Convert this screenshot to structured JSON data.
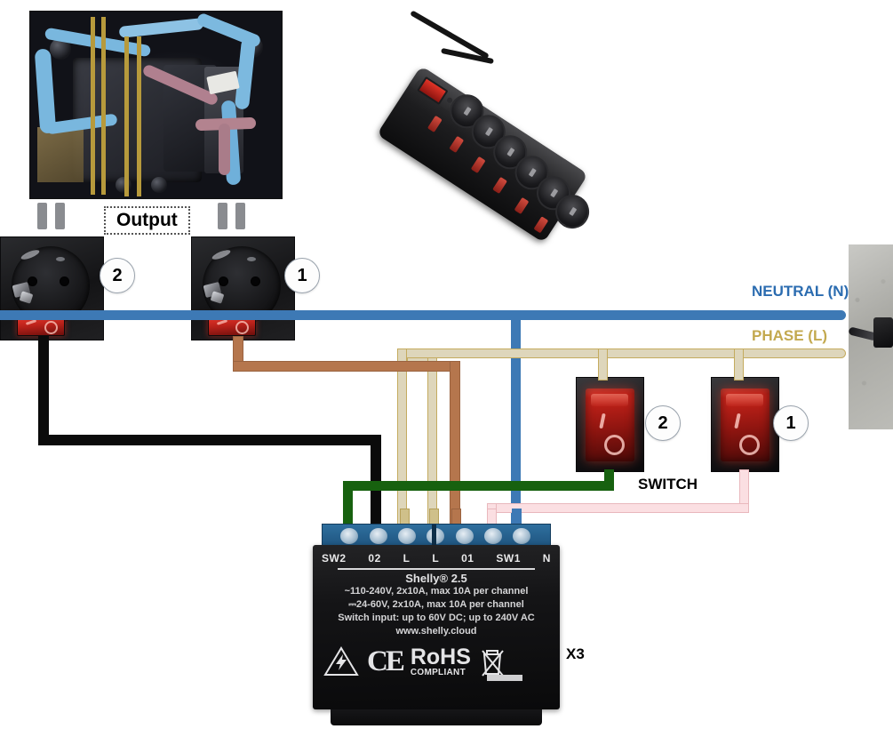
{
  "diagram": {
    "title": "Shelly 2.5 wiring diagram with two switched outlets",
    "labels": {
      "neutral": "NEUTRAL (N)",
      "phase": "PHASE  (L)",
      "switch": "SWITCH",
      "output": "Output",
      "x3": "X3"
    },
    "colors": {
      "neutral_wire": "#3d79b5",
      "phase_wire": "#ded6bb",
      "output1_wire": "#b5764d",
      "output2_wire": "#0b0b0b",
      "sw1_wire": "#fbdfe2",
      "sw2_wire": "#17610f",
      "neutral_label": "#2b6cb0",
      "phase_label": "#c3a94f",
      "terminal_block": "#2f6f9e",
      "device_body": "#141416",
      "rocker_red": "#c7231a"
    }
  },
  "badges": [
    {
      "id": "outlet-2",
      "value": "2"
    },
    {
      "id": "outlet-1",
      "value": "1"
    },
    {
      "id": "switch-2",
      "value": "2"
    },
    {
      "id": "switch-1",
      "value": "1"
    }
  ],
  "device": {
    "brand": "Shelly® 2.5",
    "spec_ac": "~110-240V, 2x10A, max 10A per channel",
    "spec_dc": "⎓24-60V, 2x10A, max 10A per channel",
    "spec_switch": "Switch input: up to 60V DC; up to 240V AC",
    "url": "www.shelly.cloud",
    "rohs_line1": "RoHS",
    "rohs_line2": "COMPLIANT",
    "terminals": [
      {
        "name": "SW2",
        "wire_color": "#17610f",
        "connects_to": "switch-2"
      },
      {
        "name": "02",
        "wire_color": "#0b0b0b",
        "connects_to": "outlet-2"
      },
      {
        "name": "L",
        "wire_color": "#cfc08a",
        "connects_to": "phase"
      },
      {
        "name": "L",
        "wire_color": "#cfc08a",
        "connects_to": "phase"
      },
      {
        "name": "01",
        "wire_color": "#b5764d",
        "connects_to": "outlet-1"
      },
      {
        "name": "SW1",
        "wire_color": "#fbdfe2",
        "connects_to": "switch-1"
      },
      {
        "name": "N",
        "wire_color": "#3d79b5",
        "connects_to": "neutral"
      }
    ]
  },
  "photos": {
    "junction_box": "opened-junction-box-photo",
    "power_strip": "black-6-outlet-power-strip-photo",
    "outlet_left": "black-outlet-module-with-red-switch",
    "outlet_right": "black-outlet-module-with-red-switch",
    "wall_plug": "plug-in-concrete-wall-photo",
    "rocker_left": "red-illuminated-rocker-switch",
    "rocker_right": "red-illuminated-rocker-switch"
  }
}
